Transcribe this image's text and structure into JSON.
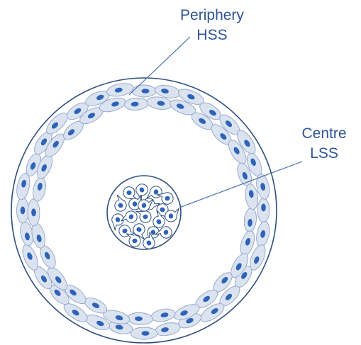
{
  "diagram": {
    "periphery_label": {
      "line1": "Periphery",
      "line2": "HSS"
    },
    "centre_label": {
      "line1": "Centre",
      "line2": "LSS"
    }
  },
  "colors": {
    "outline": "#2f4f7f",
    "text": "#2f5597",
    "cell_fill": "#dbe3f0",
    "cell_stroke": "#8fa4c8",
    "nucleus": "#2e63b8",
    "background": "#ffffff"
  }
}
